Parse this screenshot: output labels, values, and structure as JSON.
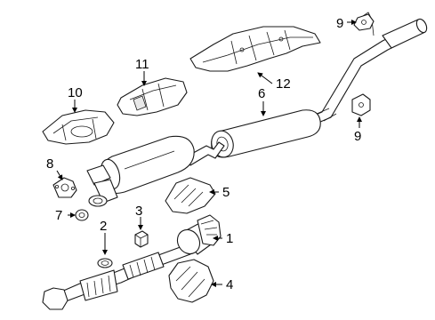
{
  "callouts": [
    {
      "id": "1",
      "label": "1"
    },
    {
      "id": "2",
      "label": "2"
    },
    {
      "id": "3",
      "label": "3"
    },
    {
      "id": "4",
      "label": "4"
    },
    {
      "id": "5",
      "label": "5"
    },
    {
      "id": "6",
      "label": "6"
    },
    {
      "id": "7",
      "label": "7"
    },
    {
      "id": "8",
      "label": "8"
    },
    {
      "id": "9a",
      "label": "9"
    },
    {
      "id": "9b",
      "label": "9"
    },
    {
      "id": "10",
      "label": "10"
    },
    {
      "id": "11",
      "label": "11"
    },
    {
      "id": "12",
      "label": "12"
    }
  ]
}
